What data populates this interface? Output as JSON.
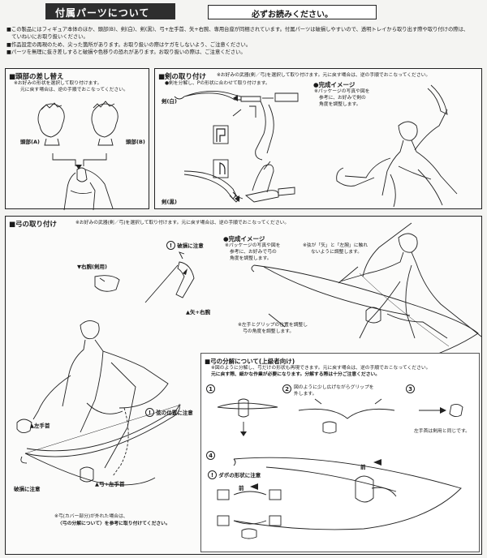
{
  "header": {
    "title": "付属パーツについて",
    "must_read": "必ずお読みください。"
  },
  "notes": [
    "■この製品にはフィギュア本体のほか、頭部(B)、剣(白)、剣(黒)、弓+左手首、矢+右腕、専用台座が同梱されています。付属パーツは破損しやすいので、透明トレイから取り出す際や取り付けの際は、",
    "　ていねいにお取り扱いください。",
    "■作品設定の再現のため、尖った箇所があります。お取り扱いの際はケガをしないよう、ご注意ください。",
    "■パーツを無理に抜き差しすると破損や色移りの恐れがあります。お取り扱いの際は、ご注意ください。"
  ],
  "head_panel": {
    "title": "■頭部の差し替え",
    "note1": "※お好みの形状を選択して取り付けます。",
    "note2": "元に戻す場合は、逆の手順でおこなってください。",
    "label_a": "頭部(A)",
    "label_b": "頭部(B)"
  },
  "sword_panel": {
    "title": "■剣の取り付け",
    "note": "※お好みの武器(剣／弓)を選択して取り付けます。元に戻す場合は、逆の手順でおこなってください。",
    "step": "●剣を分解し、Pの形状に合わせて取り付けます。",
    "label_white": "剣(白)",
    "label_black": "剣(黒)",
    "mark": "P",
    "complete_title": "●完成イメージ",
    "complete_note": [
      "※パッケージの写真や図を",
      "参考に、お好みで剣の",
      "角度を調整します。"
    ]
  },
  "bow_panel": {
    "title": "■弓の取り付け",
    "note": "※お好みの武器(剣／弓)を選択して取り付けます。元に戻す場合は、逆の手順でおこなってください。",
    "label_right_arm": "▼右腕(剣用)",
    "label_arrow_arm": "▲矢+右腕",
    "caution_break_1": "破損に注意",
    "label_left_hand": "▲左手首",
    "caution_string": "弦の位置に注意",
    "caution_break_2": "破損に注意",
    "label_bow_hand": "▲弓+左手首",
    "cover_note": [
      "※弓(カバー部分)が外れた場合は、",
      "〈弓の分解について〉を参考に取り付けてください。"
    ],
    "complete_title": "●完成イメージ",
    "complete_note": [
      "※パッケージの写真や図を",
      "参考に、お好みで弓の",
      "角度を調整します。"
    ],
    "string_note": [
      "※弦が「矢」と「左腕」に触れ",
      "ないように調整します。"
    ],
    "grip_note": [
      "※左手とグリップの位置を調整し",
      "弓の角度を調整します。"
    ]
  },
  "disassembly_panel": {
    "title": "■弓の分解について(上級者向け)",
    "note1": "※図のように分解し、弓だけの形状も再現できます。元に戻す場合は、逆の手順でおこなってください。",
    "note2": "元に戻す際、細かな作業が必要になります。分解する際は十分ご注意ください。",
    "step_nums": [
      "1",
      "2",
      "3",
      "4"
    ],
    "step2_note": [
      "図のように少し広げながらグリップを",
      "外します。"
    ],
    "step3_note": "左手首は剣用と同じです。",
    "front_label_1": "前",
    "warn_icon": "!",
    "dowel_title": "ダボの形状に注意",
    "front_label_2": "前"
  }
}
